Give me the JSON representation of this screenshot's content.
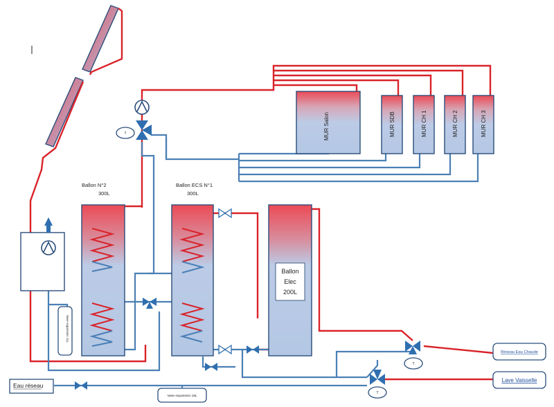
{
  "colors": {
    "hot": "#d9232a",
    "cold": "#4a7fb5",
    "tank_top": "#e8525c",
    "tank_bottom": "#b7cbe6",
    "outline": "#2a4d7a",
    "valve": "#2f6fb0"
  },
  "tanks": {
    "ballon2": {
      "label_line1": "Ballon N°2",
      "label_line2": "300L"
    },
    "ballon_ecs1": {
      "label_line1": "Ballon ECS N°1",
      "label_line2": "300L"
    },
    "ballon_elec": {
      "line1": "Ballon",
      "line2": "Elec",
      "line3": "200L"
    }
  },
  "walls": {
    "salon": "MUR Salon",
    "sdb": "MUR SDB",
    "ch1": "MUR CH 1",
    "ch2": "MUR CH 2",
    "ch3": "MUR CH 3"
  },
  "vases": {
    "vertical": "Vase expansion 11L",
    "horizontal": "Vase expansion 18L"
  },
  "outlets": {
    "eau_reseau": "Eau réseau",
    "reseau_eau_chaude": "Réseau Eau Chaude",
    "lave_vaisselle": "Lave Vaisselle"
  },
  "thermostat_letter": "T",
  "icons": {
    "pump": "pump-icon",
    "valve": "valve-icon",
    "three_way_valve": "three-way-valve-icon",
    "flow_arrow": "arrow-up-icon",
    "solar_panel": "solar-panel-icon"
  }
}
